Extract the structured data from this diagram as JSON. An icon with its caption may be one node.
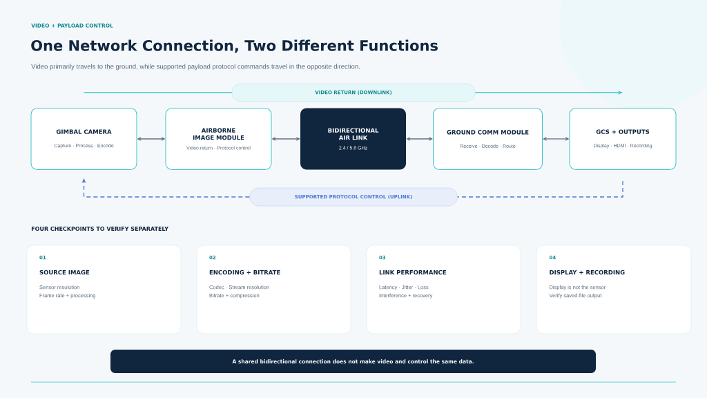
{
  "diagram": {
    "title": "One Network Connection, Two Different Functions",
    "nodes": [
      {
        "text": [
          "GIMBAL CAMERA",
          "Capture · Process · Encode"
        ]
      },
      {
        "text": [
          "AIRBORNE IMAGE MODULE",
          "Video return · Protocol control"
        ]
      },
      {
        "text": [
          "BIDIRECTIONAL AIR LINK",
          "2.4 / 5.8 GHz"
        ]
      },
      {
        "text": [
          "GROUND COMM MODULE",
          "Receive · Decode · Route"
        ]
      },
      {
        "text": [
          "GCS + OUTPUTS",
          "Display · HDMI · Recording"
        ]
      },
      {
        "text": [
          "VIDEO RETURN (DOWNLINK)"
        ]
      },
      {
        "text": [
          "SUPPORTED PROTOCOL CONTROL (UPLINK)"
        ]
      },
      {
        "text": [
          "01",
          "SOURCE IMAGE",
          "Sensor resolution",
          "Frame rate + processing"
        ]
      },
      {
        "text": [
          "02",
          "ENCODING + BITRATE",
          "Codec · Stream resolution",
          "Bitrate + compression"
        ]
      },
      {
        "text": [
          "03",
          "LINK PERFORMANCE",
          "Latency · Jitter · Loss",
          "Interference + recovery"
        ]
      },
      {
        "text": [
          "04",
          "DISPLAY + RECORDING",
          "Display is not the sensor",
          "Verify saved-file output"
        ]
      },
      {
        "text": [
          "A shared bidirectional connection does not make video and control the same data."
        ]
      }
    ],
    "edges": [
      {
        "from": 0,
        "to": 1,
        "arrow": "both"
      },
      {
        "from": 1,
        "to": 2,
        "arrow": "both"
      },
      {
        "from": 2,
        "to": 3,
        "arrow": "both"
      },
      {
        "from": 3,
        "to": 4,
        "arrow": "both"
      },
      {
        "from": 0,
        "to": 5,
        "arrow": "none",
        "color": "#3cc3cc"
      },
      {
        "from": 5,
        "to": 4,
        "arrow": "to",
        "color": "#3cc3cc"
      },
      {
        "from": 4,
        "to": 6,
        "arrow": "none",
        "style": "dashed",
        "color": "#4a78d0"
      },
      {
        "from": 6,
        "to": 0,
        "arrow": "to",
        "style": "dashed",
        "color": "#4a78d0"
      }
    ],
    "labels": [
      "VIDEO + PAYLOAD CONTROL",
      "Video primarily travels to the ground, while supported payload protocol commands travel in the opposite direction.",
      "FOUR CHECKPOINTS TO VERIFY SEPARATELY"
    ]
  }
}
